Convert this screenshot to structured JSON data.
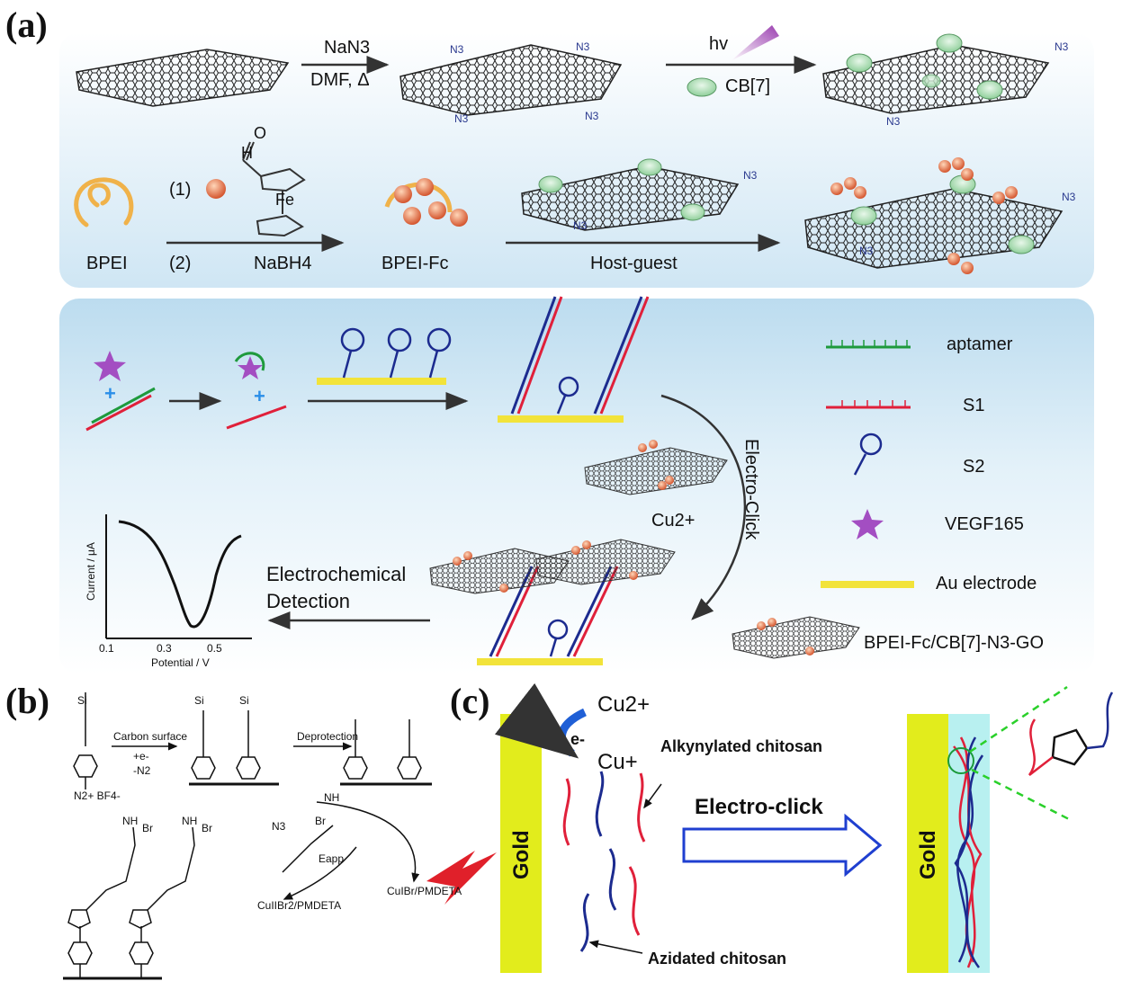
{
  "panel_labels": {
    "a": "(a)",
    "b": "(b)",
    "c": "(c)"
  },
  "panel_a": {
    "step1_top": "NaN3",
    "step1_bottom": "DMF, Δ",
    "step2_top": "hv",
    "step2_bottom": "CB[7]",
    "n3": "N3",
    "bpei": "BPEI",
    "step_1": "(1)",
    "step_2": "(2)",
    "fe": "Fe",
    "h": "H",
    "o": "O",
    "reagent": "NaBH4",
    "bpei_fc": "BPEI-Fc",
    "host_guest": "Host-guest",
    "cu": "Cu2+",
    "electro_click": "Electro-Click",
    "detection_line1": "Electrochemical",
    "detection_line2": "Detection",
    "plot_ylabel": "Current / μA",
    "plot_xlabel": "Potential / V",
    "plot_ticks": [
      "0.1",
      "0.3",
      "0.5"
    ],
    "legend": [
      "aptamer",
      "S1",
      "S2",
      "VEGF165",
      "Au electrode",
      "BPEI-Fc/CB[7]-N3-GO"
    ]
  },
  "panel_b": {
    "carbon_surface": "Carbon surface",
    "plus_e": "+e-",
    "minus_n2": "-N2",
    "deprotection": "Deprotection",
    "si": "Si",
    "diazonium": "N2+ BF4-",
    "eapp": "Eapp",
    "cu_i": "CuIBr/PMDETA",
    "cu_ii": "CuIIBr2/PMDETA",
    "br": "Br",
    "nh": "NH",
    "n3": "N3"
  },
  "panel_c": {
    "gold": "Gold",
    "cu2": "Cu2+",
    "cu1": "Cu+",
    "electron": "e-",
    "alkynylated": "Alkynylated chitosan",
    "azidated": "Azidated chitosan",
    "electro_click": "Electro-click"
  },
  "colors": {
    "gold": "#e2ec1c",
    "dna_red": "#e0203a",
    "dna_blue": "#1c2b8f",
    "aptamer_green": "#1e9a3c",
    "electrode_yellow": "#f2e33a",
    "arrow_blue": "#1f5fd6"
  }
}
